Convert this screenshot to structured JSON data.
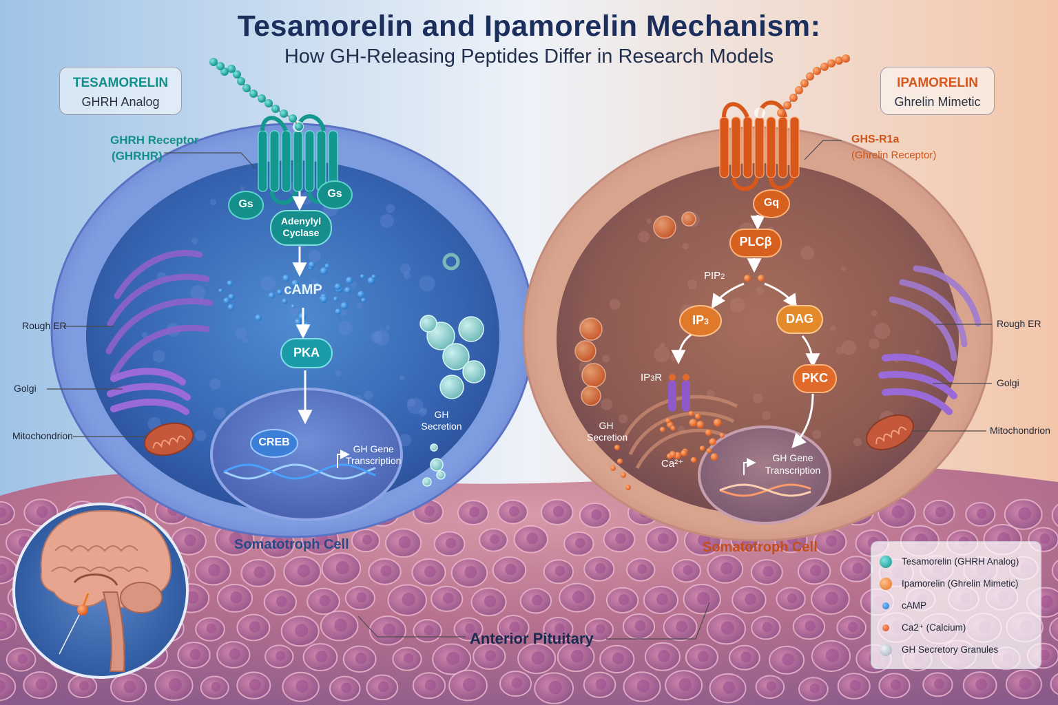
{
  "header": {
    "title": "Tesamorelin and Ipamorelin Mechanism:",
    "subtitle": "How GH-Releasing Peptides Differ in Research Models"
  },
  "left_panel": {
    "peptide_name": "TESAMORELIN",
    "peptide_type": "GHRH Analog",
    "receptor_line1": "GHRH Receptor",
    "receptor_line2": "(GHRHR)",
    "gs_left": "Gs",
    "gs_right": "Gs",
    "adenylyl_line1": "Adenylyl",
    "adenylyl_line2": "Cyclase",
    "camp": "cAMP",
    "pka": "PKA",
    "creb": "CREB",
    "transcription_line1": "GH Gene",
    "transcription_line2": "Transcription",
    "secretion_line1": "GH",
    "secretion_line2": "Secretion",
    "cell_label": "Somatotroph Cell",
    "organelles": {
      "rough_er": "Rough ER",
      "golgi": "Golgi",
      "mitochondrion": "Mitochondrion"
    }
  },
  "right_panel": {
    "peptide_name": "IPAMORELIN",
    "peptide_type": "Ghrelin Mimetic",
    "receptor_line1": "GHS-R1a",
    "receptor_line2": "(Ghrelin Receptor)",
    "gq": "Gq",
    "plc": "PLCβ",
    "pip2": "PIP",
    "pip2_sub": "2",
    "ip3": "IP",
    "ip3_sub": "3",
    "dag": "DAG",
    "ip3r": "IP",
    "ip3r_sub": "3",
    "ip3r_tail": "R",
    "pkc": "PKC",
    "calcium": "Ca²⁺",
    "secretion_line1": "GH",
    "secretion_line2": "Secretion",
    "transcription_line1": "GH Gene",
    "transcription_line2": "Transcription",
    "cell_label": "Somatotroph Cell",
    "organelles": {
      "rough_er": "Rough ER",
      "golgi": "Golgi",
      "mitochondrion": "Mitochondrion"
    }
  },
  "tissue_label": "Anterior Pituitary",
  "legend": {
    "items": [
      {
        "label": "Tesamorelin (GHRH Analog)",
        "color": "#1aa6a0"
      },
      {
        "label": "Ipamorelin (Ghrelin Mimetic)",
        "color": "#f08a2a"
      },
      {
        "label": "cAMP",
        "color": "#2b7fd0"
      },
      {
        "label": "Ca2⁺ (Calcium)",
        "color": "#e0531f"
      },
      {
        "label": "GH Secretory Granules",
        "color": "#b8c2cf"
      }
    ]
  },
  "colors": {
    "teal": "#138f8a",
    "orange": "#e0621f",
    "title": "#1c2f5c",
    "left_cell": "#3f6fbf",
    "right_cell": "#b06a58"
  }
}
